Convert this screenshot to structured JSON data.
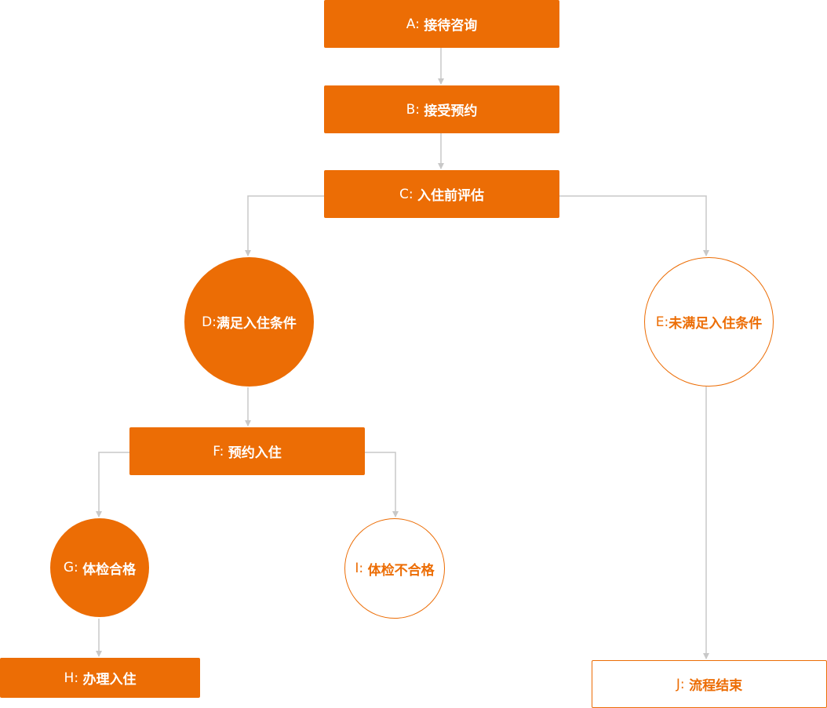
{
  "colors": {
    "accent": "#ec6d05",
    "connector": "#c8c8c8",
    "background": "#ffffff"
  },
  "nodes": {
    "A": {
      "id": "A:",
      "text": "接待咨询"
    },
    "B": {
      "id": "B:",
      "text": "接受预约"
    },
    "C": {
      "id": "C:",
      "text": "入住前评估"
    },
    "D": {
      "id": "D:",
      "text": "满足入住条件"
    },
    "E": {
      "id": "E:",
      "text": "未满足入住条件"
    },
    "F": {
      "id": "F:",
      "text": "预约入住"
    },
    "G": {
      "id": "G:",
      "text": "体检合格"
    },
    "H": {
      "id": "H:",
      "text": "办理入住"
    },
    "I": {
      "id": "I:",
      "text": "体检不合格"
    },
    "J": {
      "id": "J:",
      "text": "流程结束"
    }
  },
  "edges": [
    {
      "from": "A",
      "to": "B"
    },
    {
      "from": "B",
      "to": "C"
    },
    {
      "from": "C",
      "to": "D"
    },
    {
      "from": "C",
      "to": "E"
    },
    {
      "from": "D",
      "to": "F"
    },
    {
      "from": "E",
      "to": "J"
    },
    {
      "from": "F",
      "to": "G"
    },
    {
      "from": "F",
      "to": "I"
    },
    {
      "from": "G",
      "to": "H"
    }
  ]
}
